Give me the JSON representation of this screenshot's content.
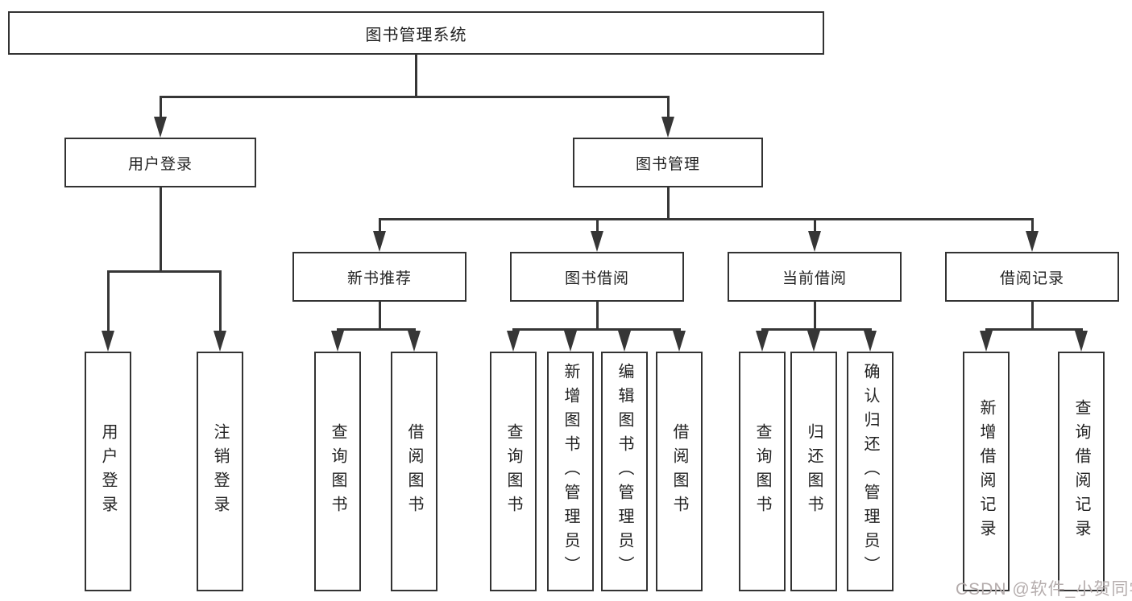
{
  "diagram": {
    "root": {
      "label": "图书管理系统"
    },
    "level2": [
      {
        "label": "用户登录"
      },
      {
        "label": "图书管理"
      }
    ],
    "level3": [
      {
        "label": "新书推荐"
      },
      {
        "label": "图书借阅"
      },
      {
        "label": "当前借阅"
      },
      {
        "label": "借阅记录"
      }
    ],
    "leaves": {
      "user_login": [
        "用户登录",
        "注销登录"
      ],
      "new_book": [
        "查询图书",
        "借阅图书"
      ],
      "book_borrow": [
        "查询图书",
        "新增图书（管理员）",
        "编辑图书（管理员）",
        "借阅图书"
      ],
      "current_borrow": [
        "查询图书",
        "归还图书",
        "确认归还（管理员）"
      ],
      "borrow_record": [
        "新增借阅记录",
        "查询借阅记录"
      ]
    }
  },
  "watermark": {
    "text": "CSDN @软件_小贺同学"
  },
  "colors": {
    "line": "#363636",
    "box_border": "#333333",
    "background": "#ffffff",
    "text": "#222222",
    "watermark": "#b5adad"
  }
}
